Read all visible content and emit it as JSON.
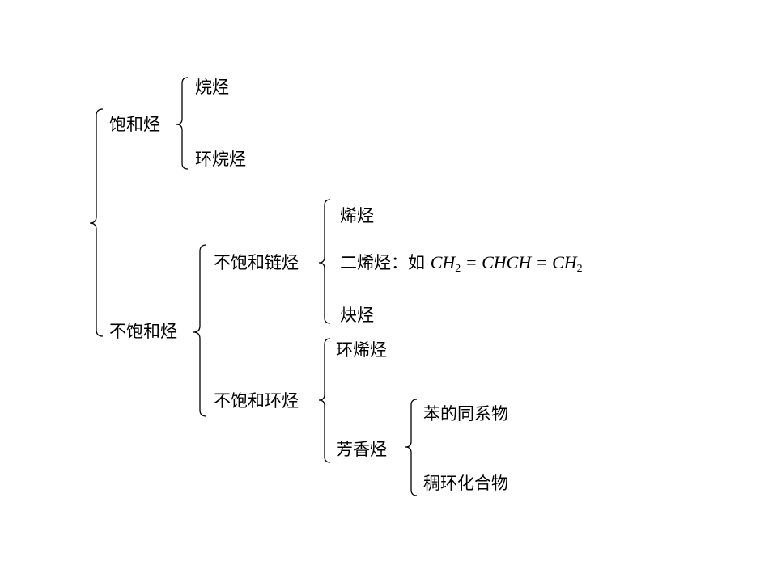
{
  "tree": {
    "saturated": {
      "label": "饱和烃",
      "alkane": "烷烃",
      "cycloalkane": "环烷烃"
    },
    "unsaturated": {
      "label": "不饱和烃",
      "chain": {
        "label": "不饱和链烃",
        "alkene": "烯烃",
        "diene_prefix": "二烯烃：如",
        "diene_formula": {
          "p1": "CH",
          "s1": "2",
          "p2": " = CHCH = CH",
          "s2": "2"
        },
        "alkyne": "炔烃"
      },
      "ring": {
        "label": "不饱和环烃",
        "cycloalkene": "环烯烃",
        "aromatic": {
          "label": "芳香烃",
          "benzene_homologs": "苯的同系物",
          "fused_ring": "稠环化合物"
        }
      }
    }
  },
  "colors": {
    "line": "#000000",
    "text": "#000000"
  }
}
